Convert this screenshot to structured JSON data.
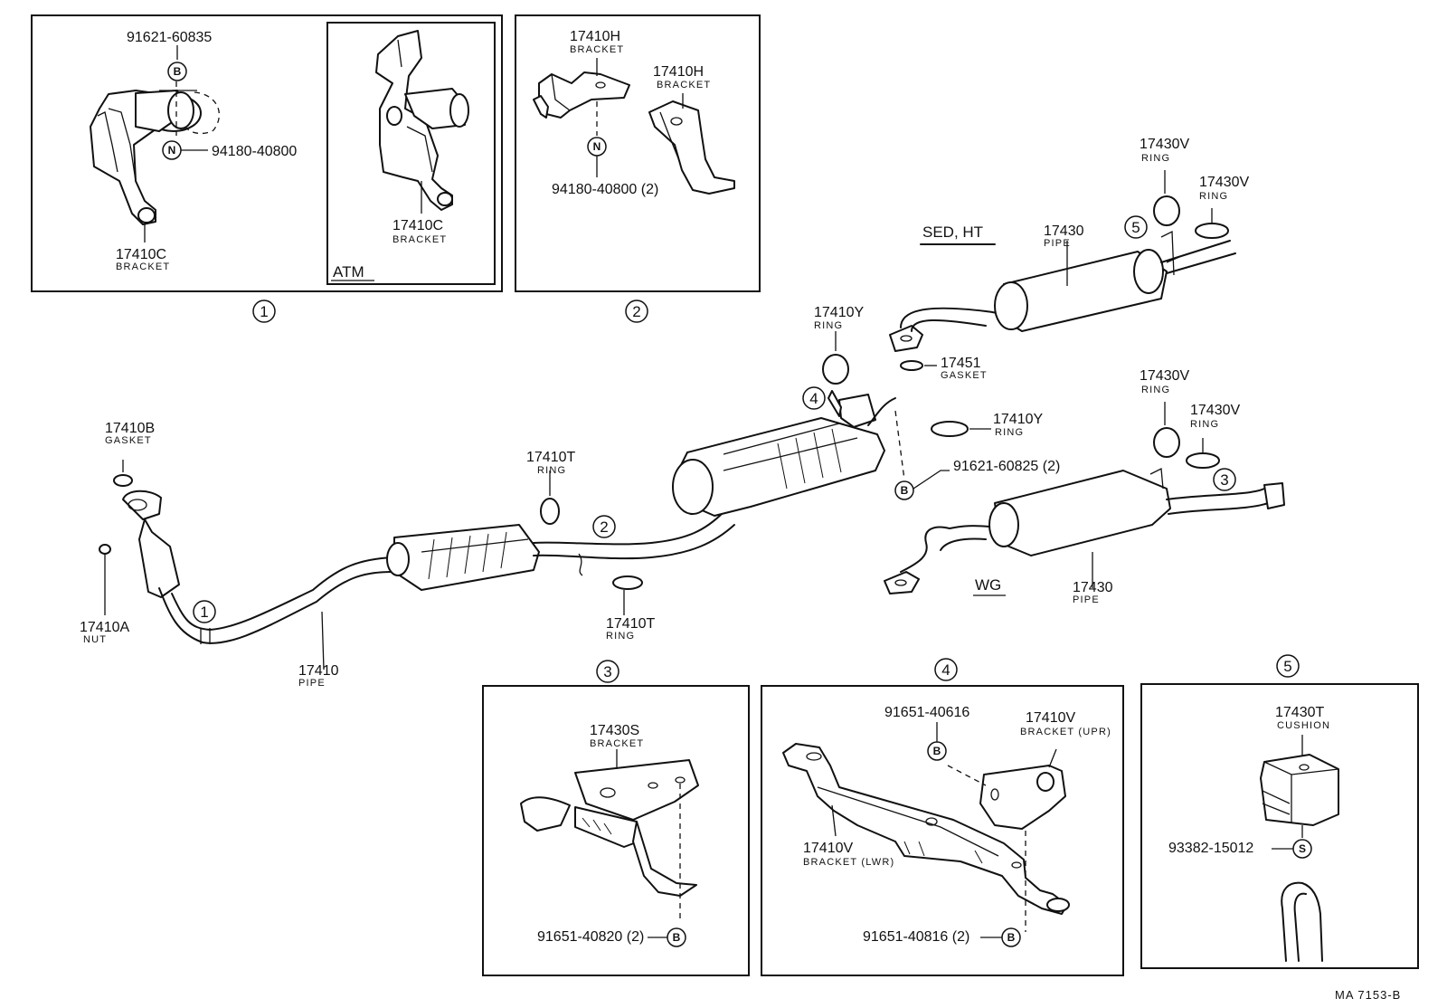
{
  "diagram": {
    "parts": {
      "p1_bolt": "91621-60835",
      "p1_nut": "94180-40800",
      "p1_bracket": "17410C",
      "p1_bracket_sub": "BRACKET",
      "p1_atm_bracket": "17410C",
      "p1_atm_bracket_sub": "BRACKET",
      "p1_atm": "ATM",
      "p2_bracket_a": "17410H",
      "p2_bracket_a_sub": "BRACKET",
      "p2_bracket_b": "17410H",
      "p2_bracket_b_sub": "BRACKET",
      "p2_nut": "94180-40800 (2)",
      "gasket_b": "17410B",
      "gasket_b_sub": "GASKET",
      "nut_a": "17410A",
      "nut_a_sub": "NUT",
      "pipe_17410": "17410",
      "pipe_17410_sub": "PIPE",
      "ring_t_top": "17410T",
      "ring_t_top_sub": "RING",
      "ring_t_bottom": "17410T",
      "ring_t_bottom_sub": "RING",
      "ring_y_top": "17410Y",
      "ring_y_top_sub": "RING",
      "ring_y_right": "17410Y",
      "ring_y_right_sub": "RING",
      "gasket_17451": "17451",
      "gasket_17451_sub": "GASKET",
      "bolt_60825": "91621-60825 (2)",
      "sed_ht": "SED, HT",
      "wg": "WG",
      "pipe_sed": "17430",
      "pipe_sed_sub": "PIPE",
      "pipe_wg": "17430",
      "pipe_wg_sub": "PIPE",
      "ring_v1": "17430V",
      "ring_v1_sub": "RING",
      "ring_v2": "17430V",
      "ring_v2_sub": "RING",
      "ring_v3": "17430V",
      "ring_v3_sub": "RING",
      "ring_v4": "17430V",
      "ring_v4_sub": "RING",
      "p3_bracket": "17430S",
      "p3_bracket_sub": "BRACKET",
      "p3_bolt": "91651-40820 (2)",
      "p4_bolt_a": "91651-40616",
      "p4_bracket_upr": "17410V",
      "p4_bracket_upr_sub": "BRACKET (UPR)",
      "p4_bracket_lwr": "17410V",
      "p4_bracket_lwr_sub": "BRACKET (LWR)",
      "p4_bolt_b": "91651-40816 (2)",
      "p5_cushion": "17430T",
      "p5_cushion_sub": "CUSHION",
      "p5_bolt": "93382-15012"
    },
    "callouts": {
      "c1": "1",
      "c2": "2",
      "c3": "3",
      "c4": "4",
      "c5": "5"
    },
    "symbols": {
      "bolt": "B",
      "nut": "N",
      "s": "S"
    },
    "footer": "MA  7153-B"
  }
}
